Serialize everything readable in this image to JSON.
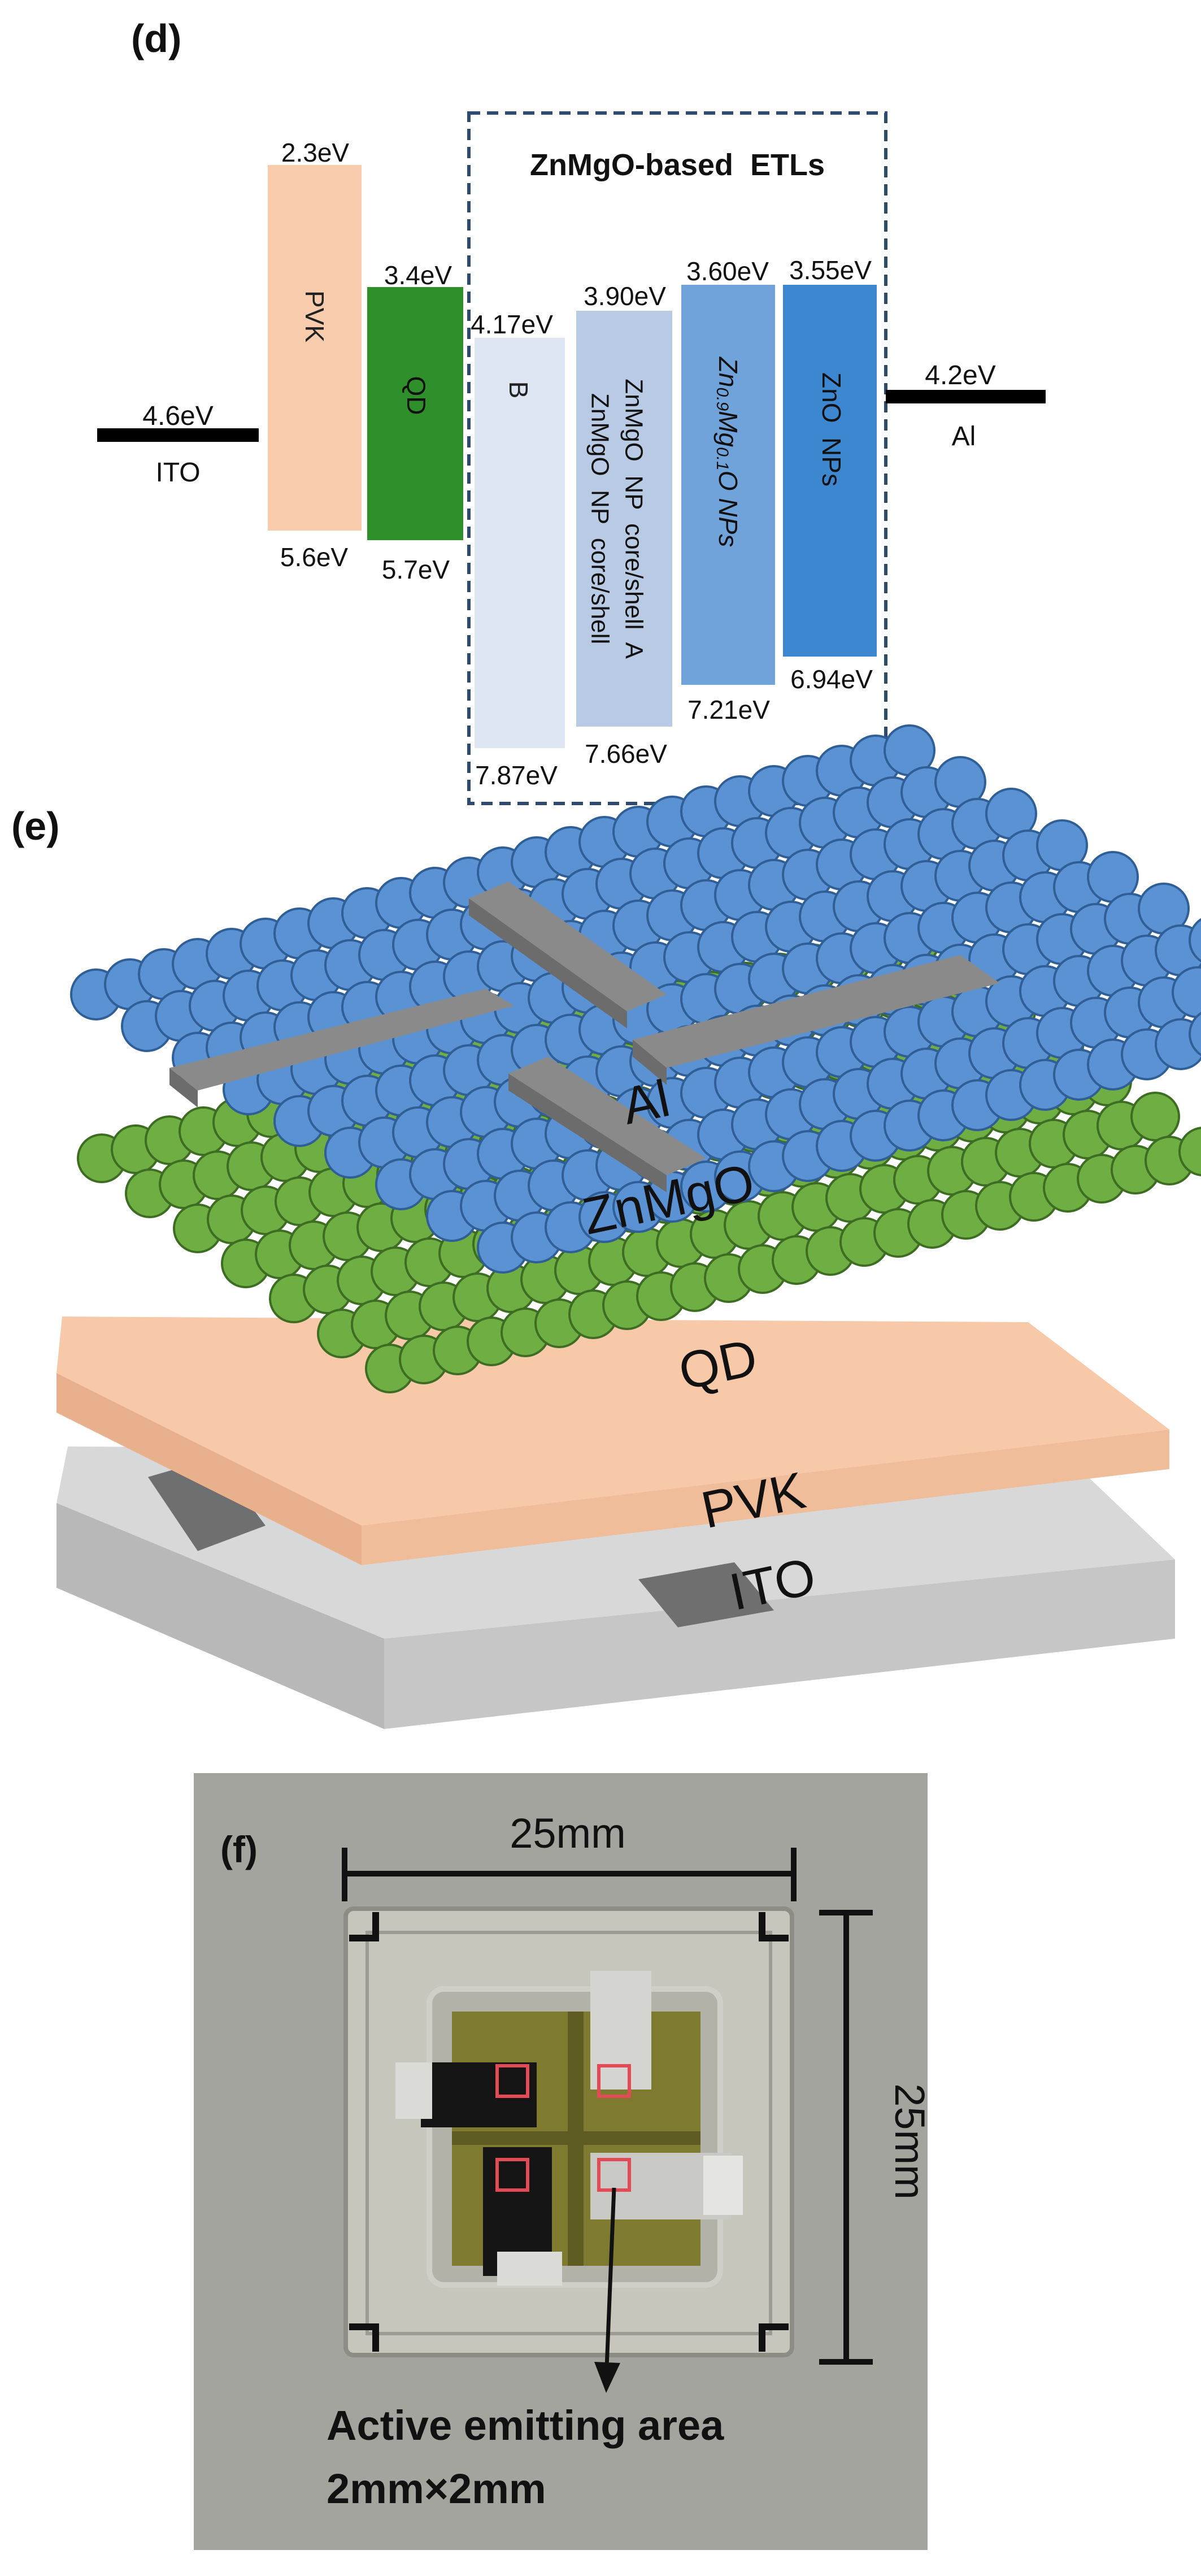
{
  "panel_d": {
    "label": "(d)",
    "etl_box_title": "ZnMgO-based  ETLs",
    "electrodes": [
      {
        "id": "ito",
        "name": "ITO",
        "work_function": "4.6eV"
      },
      {
        "id": "al",
        "name": "Al",
        "work_function": "4.2eV"
      }
    ],
    "layers": [
      {
        "id": "pvk",
        "name": "PVK",
        "top": "2.3eV",
        "bottom": "5.6eV",
        "color": "#f8ccad"
      },
      {
        "id": "qd",
        "name": "QD",
        "top": "3.4eV",
        "bottom": "5.7eV",
        "color": "#2f8f2a"
      },
      {
        "id": "b",
        "name": "B",
        "top": "4.17eV",
        "bottom": "7.87eV",
        "color": "#dde6f2"
      },
      {
        "id": "core-shell-a",
        "name_line1": "ZnMgO  NP  core/shell  A",
        "name_line2": "ZnMgO  NP  core/shell",
        "top": "3.90eV",
        "bottom": "7.66eV",
        "color": "#b9cbe4"
      },
      {
        "id": "zn09mg01o",
        "name_parts": [
          "Zn",
          "0.9",
          "Mg",
          "0.1",
          "O NPs"
        ],
        "top": "3.60eV",
        "bottom": "7.21eV",
        "color": "#6fa3da"
      },
      {
        "id": "zno",
        "name": "ZnO  NPs",
        "top": "3.55eV",
        "bottom": "6.94eV",
        "color": "#3d86d0"
      }
    ]
  },
  "panel_e": {
    "label": "(e)",
    "layer_labels": [
      "Al",
      "ZnMgO",
      "QD",
      "PVK",
      "ITO"
    ],
    "colors": {
      "znmgo": "#5b92d4",
      "qd": "#6fae43",
      "pvk": "#f7c9a9",
      "ito": "#cfcfcf",
      "al": "#8a8a8a"
    }
  },
  "panel_f": {
    "label": "(f)",
    "width_label": "25mm",
    "height_label": "25mm",
    "caption_line1": "Active emitting area",
    "caption_line2": "2mm×2mm"
  }
}
